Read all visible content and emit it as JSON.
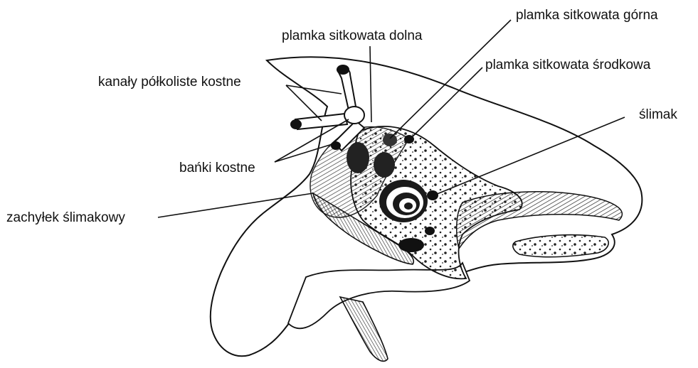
{
  "labels": {
    "superior_macula_cribrosa": "plamka sitkowata górna",
    "inferior_macula_cribrosa": "plamka sitkowata dolna",
    "middle_macula_cribrosa": "plamka sitkowata środkowa",
    "bony_semicircular_canals": "kanały półkoliste kostne",
    "cochlea": "ślimak",
    "bony_ampullae": "bańki kostne",
    "cochlear_recess": "zachyłek ślimakowy"
  },
  "colors": {
    "ink": "#111111",
    "bone": "#ffffff",
    "shade": "#2a2a2a"
  }
}
